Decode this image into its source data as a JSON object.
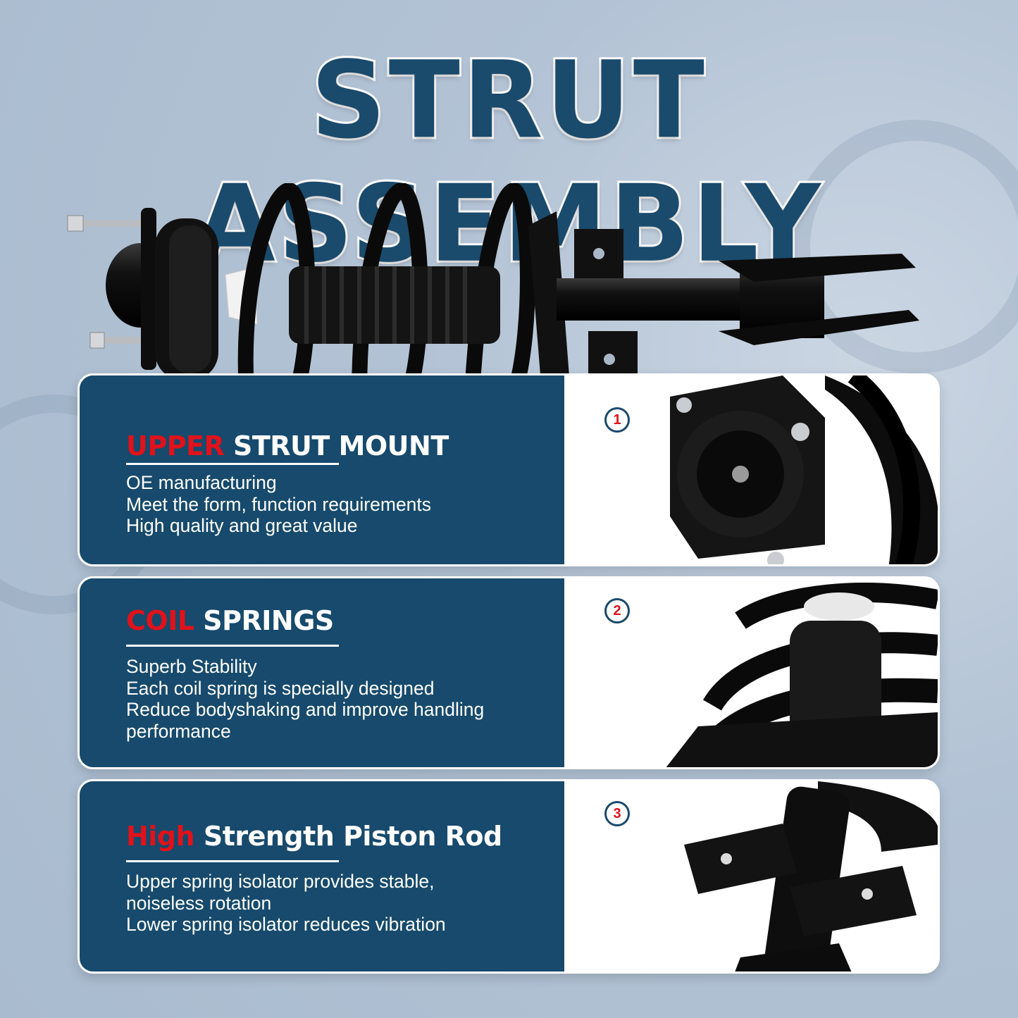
{
  "header": {
    "title": "STRUT ASSEMBLY"
  },
  "colors": {
    "navy": "#174a6c",
    "accent_red": "#e0121b",
    "background": "#b3c3d5"
  },
  "sections": [
    {
      "number": "1",
      "title_highlight": "UPPER",
      "title_rest": " STRUT MOUNT",
      "lines": [
        "OE manufacturing",
        "Meet the form, function requirements",
        "High quality and great value"
      ]
    },
    {
      "number": "2",
      "title_highlight": "COIL",
      "title_rest": " SPRINGS",
      "lines": [
        "Superb Stability",
        "Each coil spring is specially designed",
        "Reduce bodyshaking and improve handling",
        "performance"
      ]
    },
    {
      "number": "3",
      "title_highlight": "High",
      "title_rest": " Strength Piston Rod",
      "lines": [
        "Upper spring isolator provides stable,",
        "noiseless rotation",
        "Lower spring isolator reduces vibration"
      ]
    }
  ]
}
